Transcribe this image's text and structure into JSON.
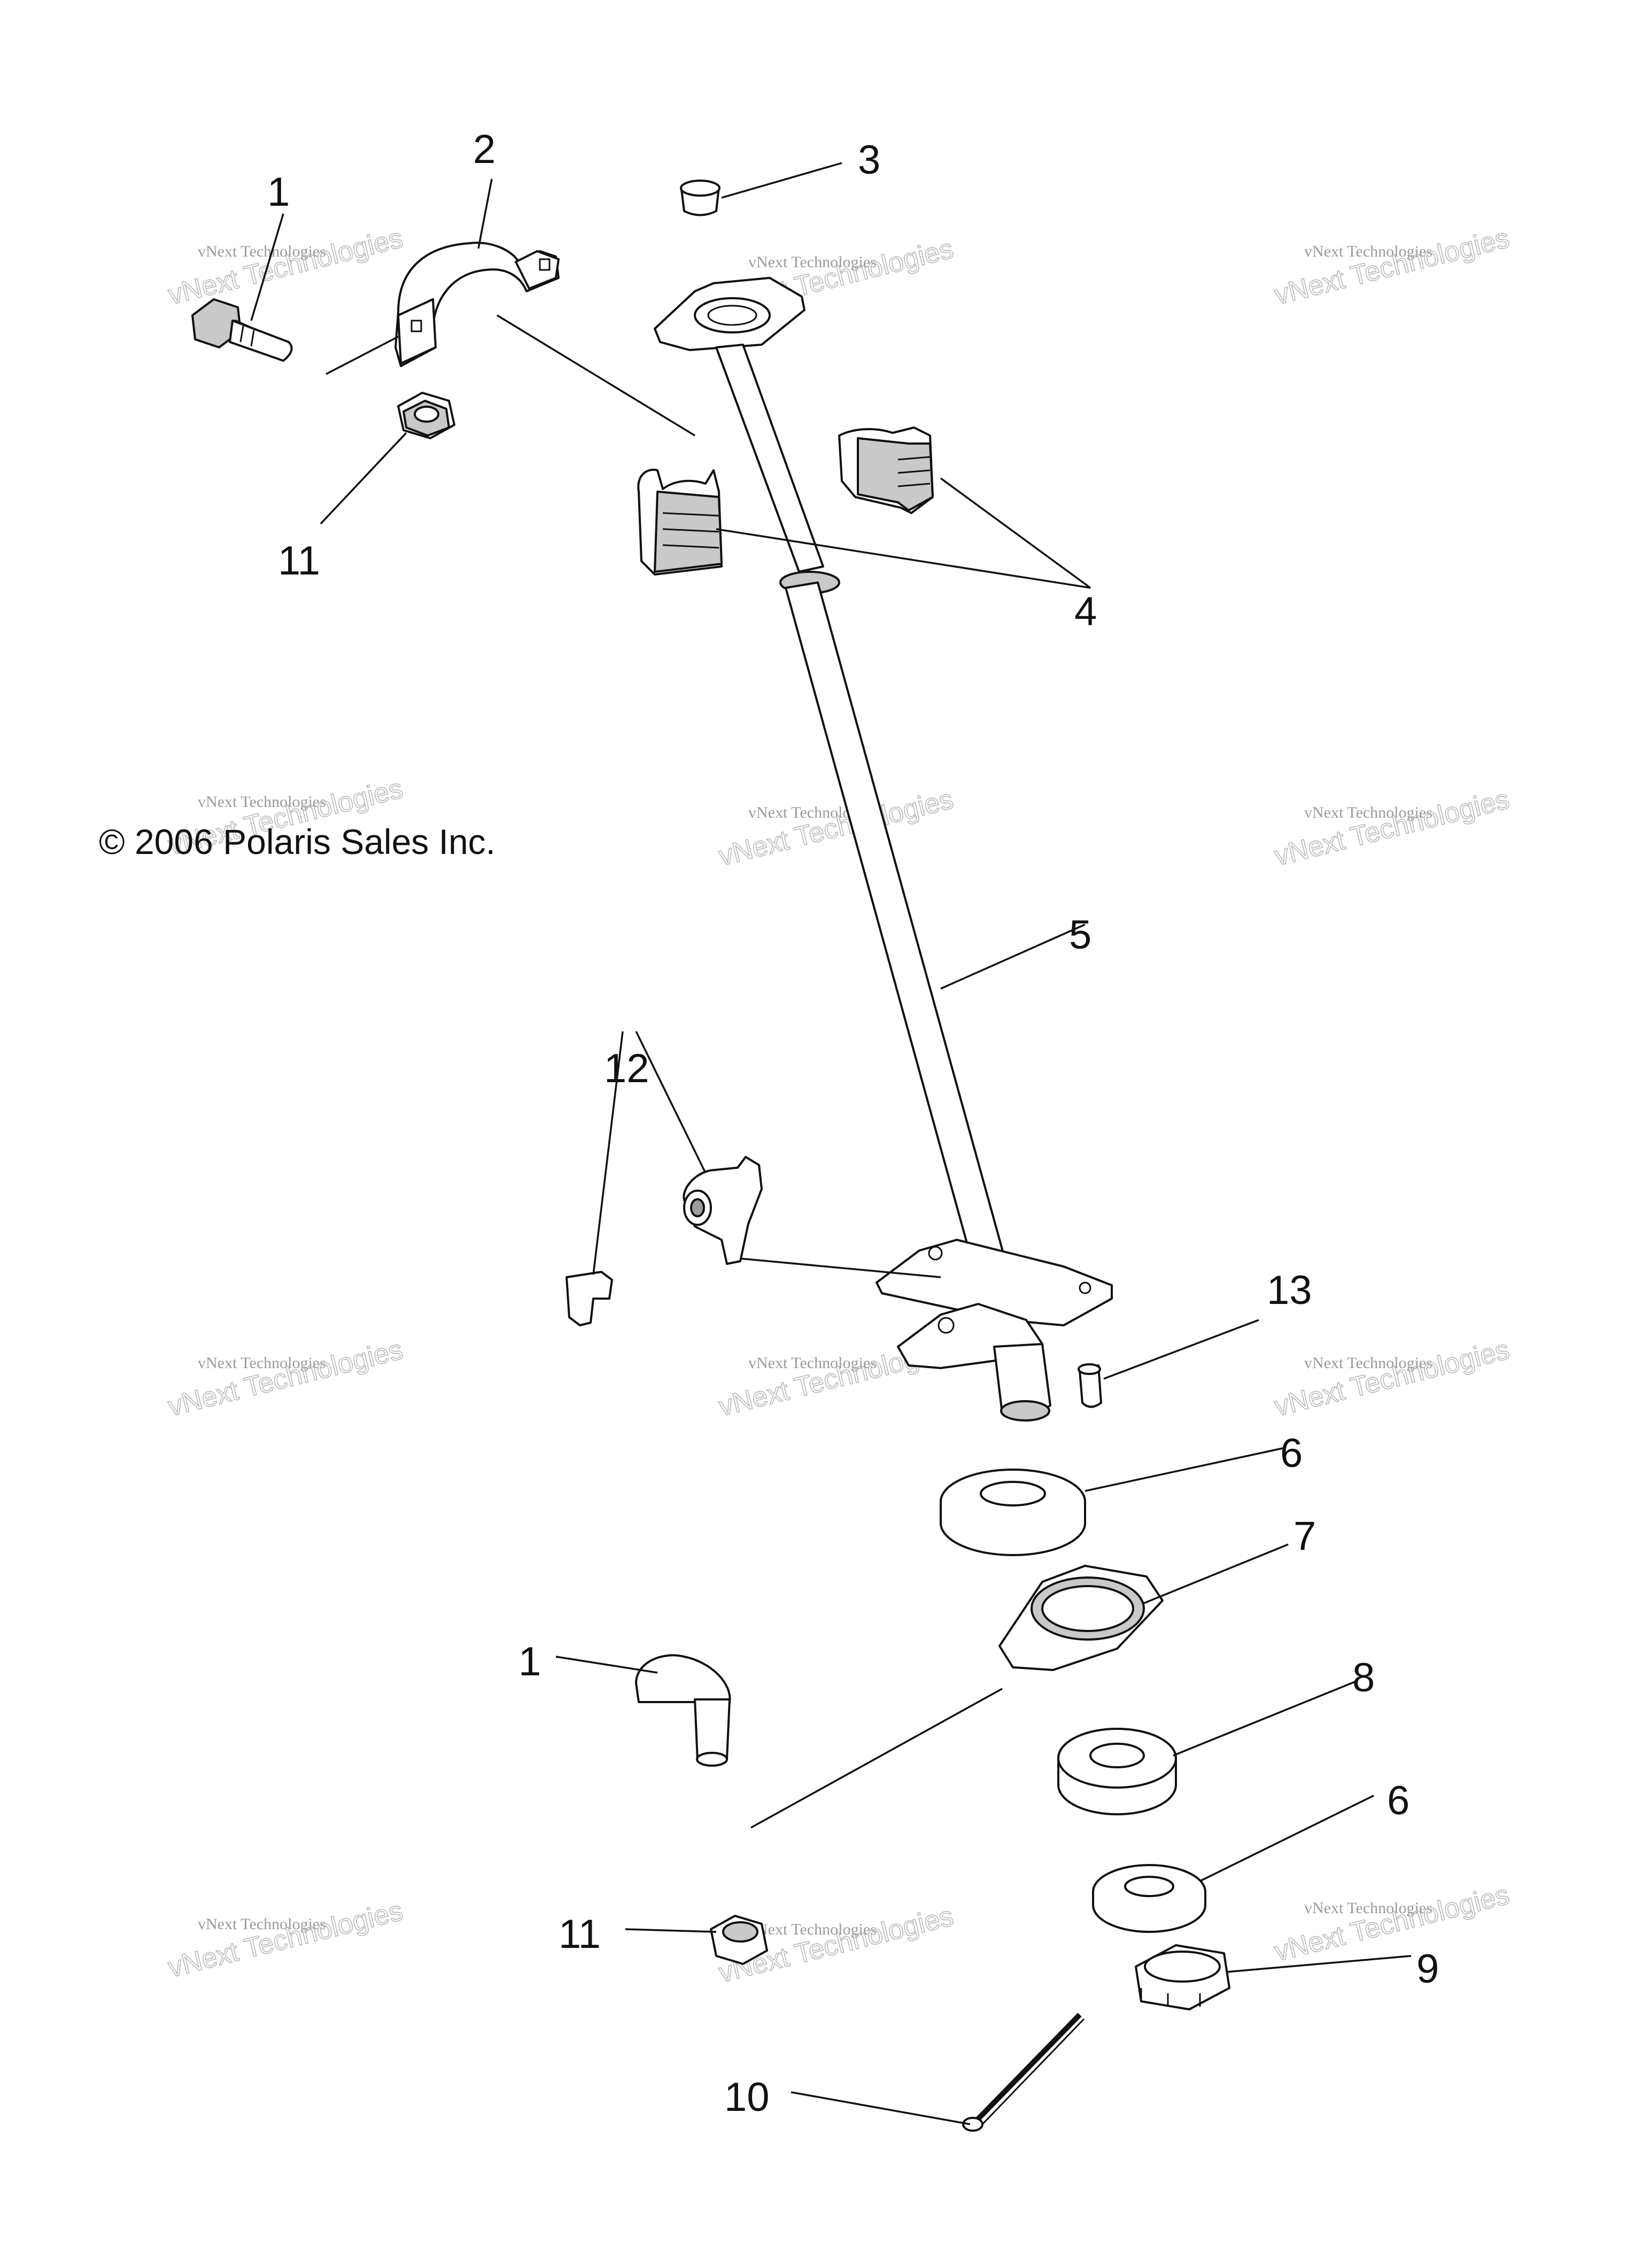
{
  "copyright": "© 2006 Polaris Sales Inc.",
  "watermark": {
    "line1": "vNext Technologies",
    "line2": "vNext Technologies"
  },
  "callouts": {
    "c1a": "1",
    "c2": "2",
    "c3": "3",
    "c4": "4",
    "c5": "5",
    "c6a": "6",
    "c7": "7",
    "c1b": "1",
    "c8": "8",
    "c6b": "6",
    "c9": "9",
    "c10": "10",
    "c11a": "11",
    "c11b": "11",
    "c12": "12",
    "c13": "13"
  }
}
